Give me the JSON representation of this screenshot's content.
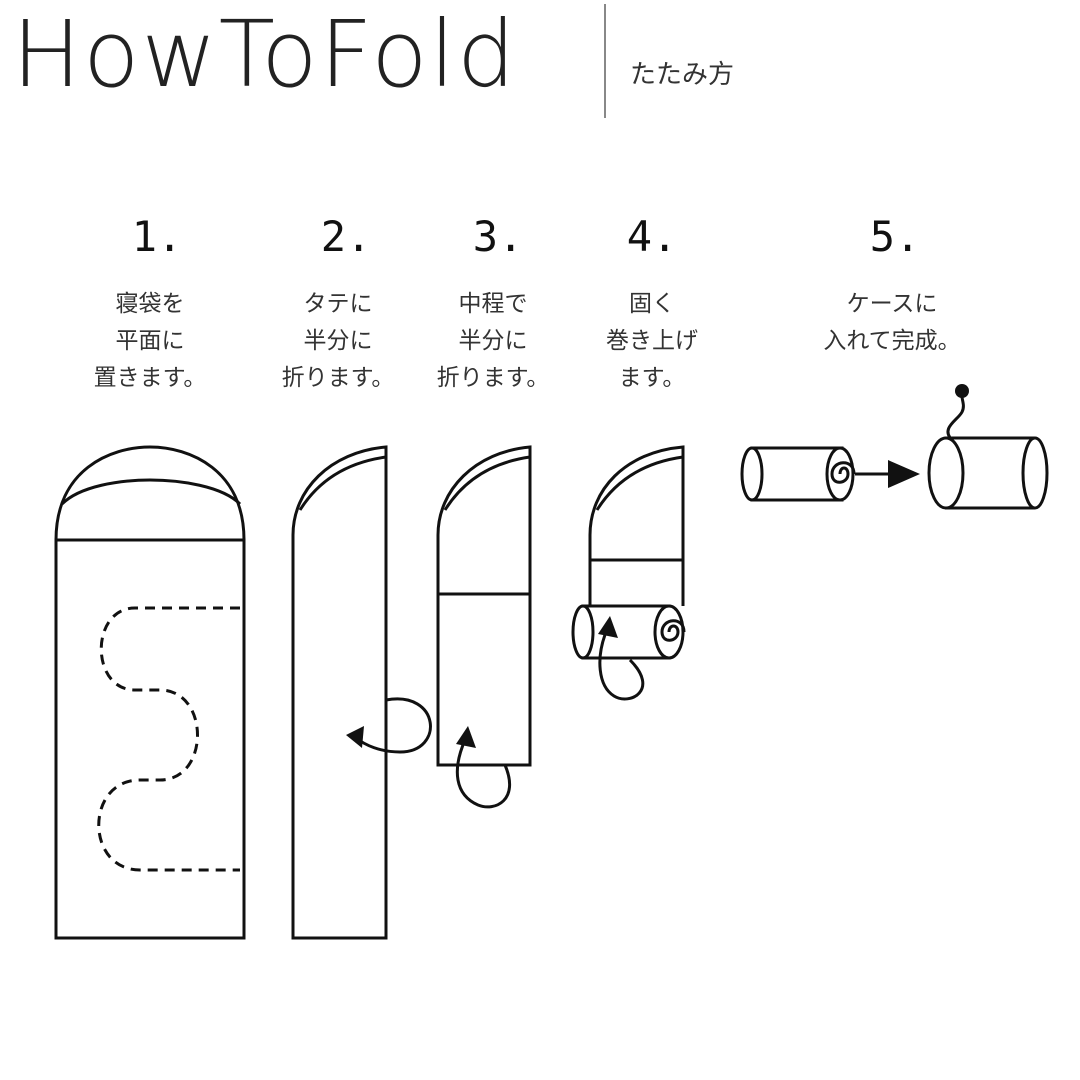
{
  "header": {
    "title": "HowToFold",
    "subtitle": "たたみ方"
  },
  "steps": [
    {
      "number": "1.",
      "text": "寝袋を\n平面に\n置きます。"
    },
    {
      "number": "2.",
      "text": "タテに\n半分に\n折ります。"
    },
    {
      "number": "3.",
      "text": "中程で\n半分に\n折ります。"
    },
    {
      "number": "4.",
      "text": "固く\n巻き上げ\nます。"
    },
    {
      "number": "5.",
      "text": "ケースに\n入れて完成。"
    }
  ]
}
